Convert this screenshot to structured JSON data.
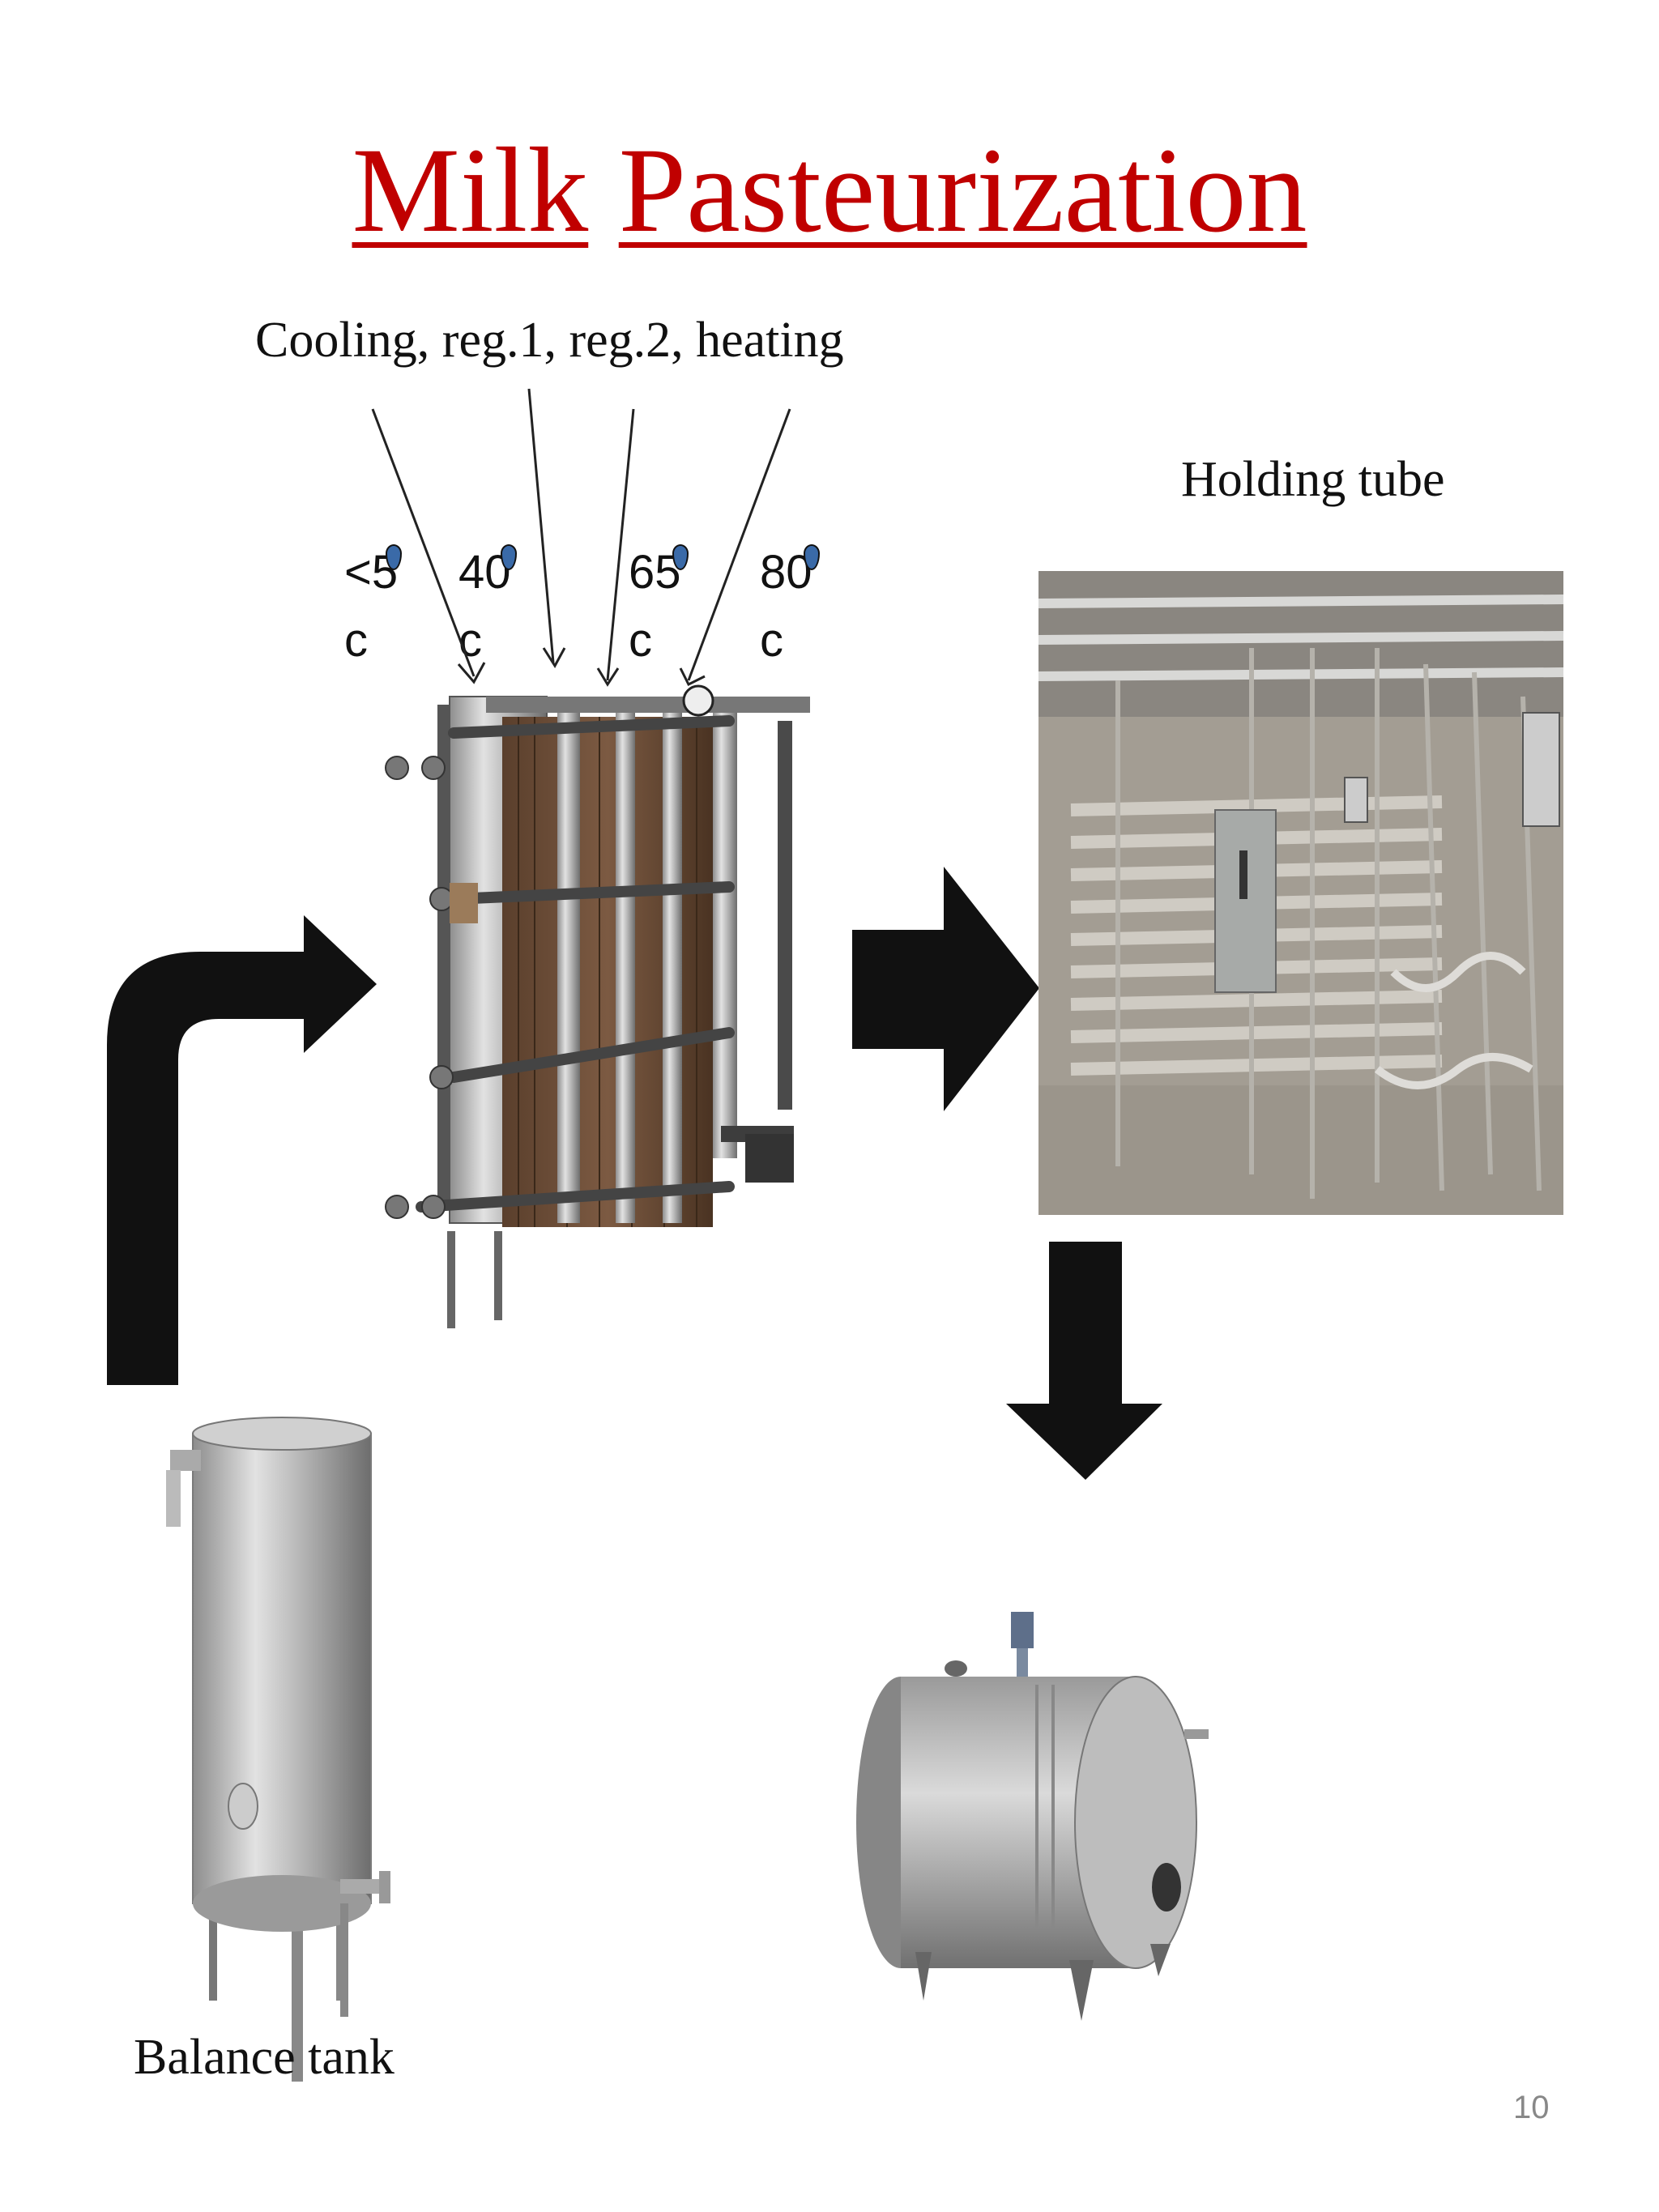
{
  "title": {
    "word1": "Milk",
    "word2": "Pasteurization",
    "color": "#c00000"
  },
  "labels": {
    "phases": "Cooling, reg.1, reg.2, heating",
    "holding_tube": "Holding tube",
    "balance_tank": "Balance tank"
  },
  "temperatures": [
    {
      "value": "<5",
      "unit": "c"
    },
    {
      "value": "40",
      "unit": "c"
    },
    {
      "value": "65",
      "unit": "c"
    },
    {
      "value": "80",
      "unit": "c"
    }
  ],
  "page_number": "10",
  "icons": [
    "plate-heat-exchanger-image",
    "holding-tube-image",
    "balance-tank-image",
    "storage-tank-image",
    "flow-arrow-icon"
  ]
}
